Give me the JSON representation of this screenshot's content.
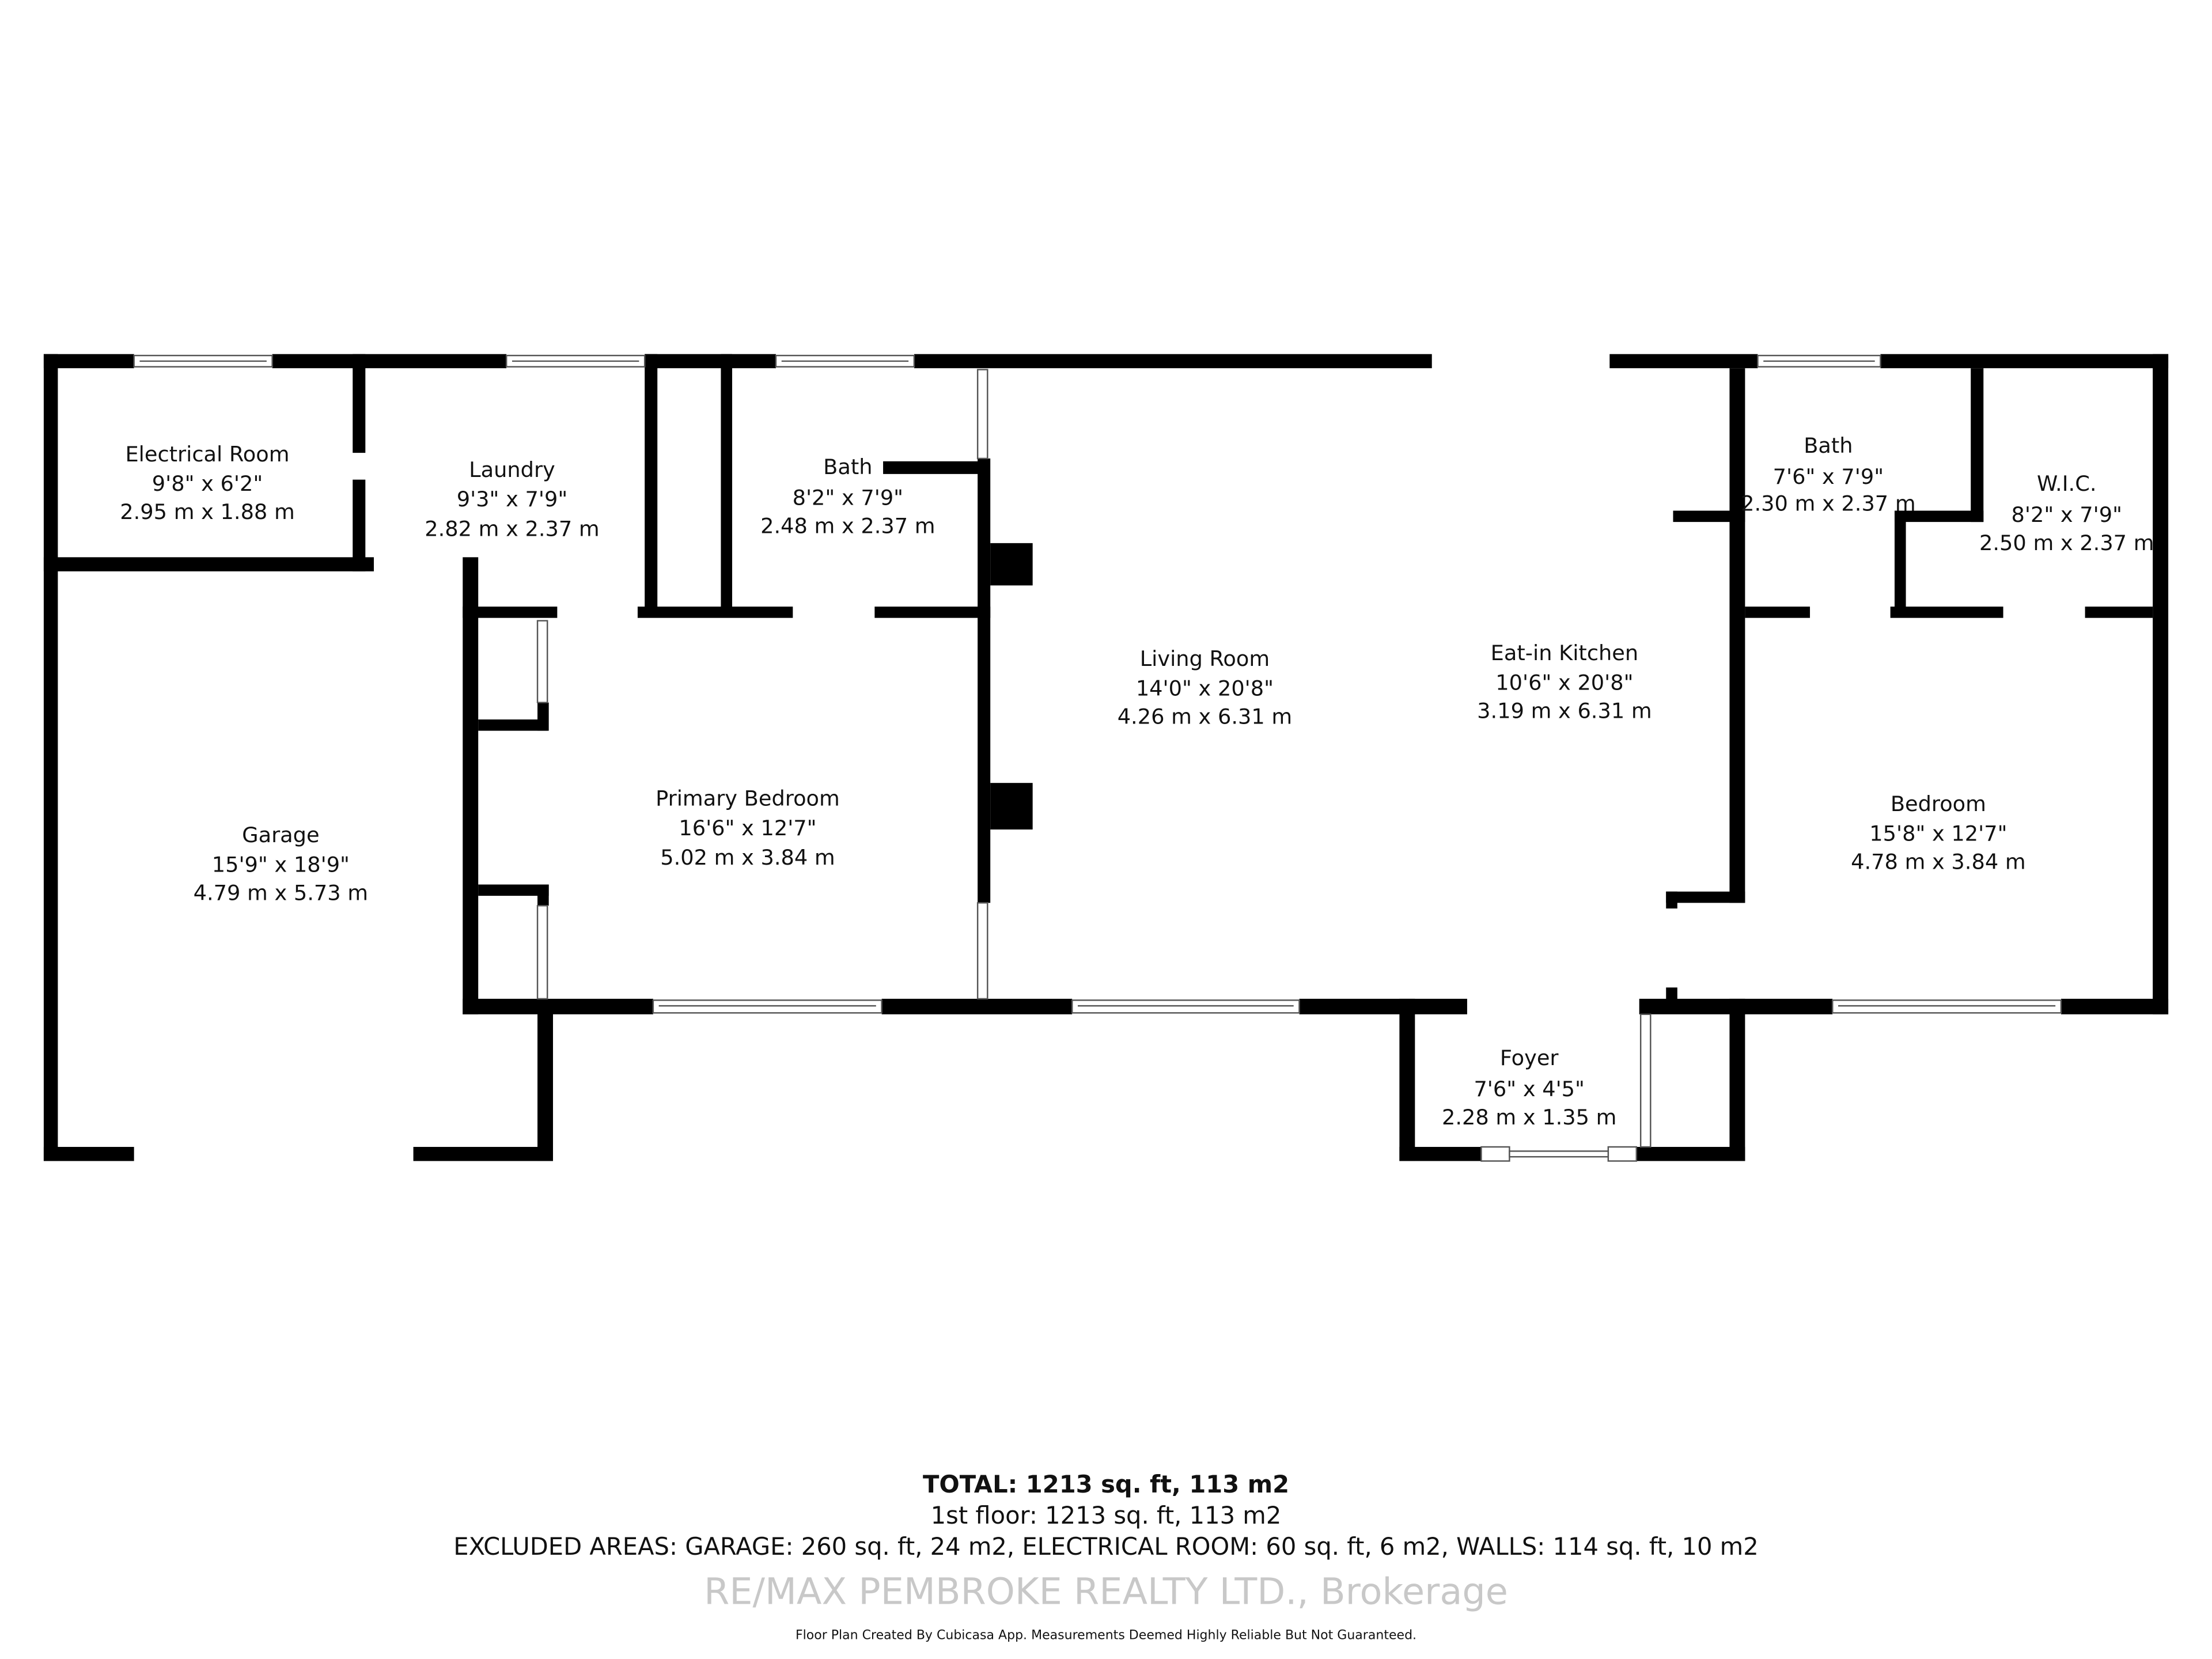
{
  "rooms": {
    "electrical": {
      "name": "Electrical Room",
      "imperial": "9'8\" x 6'2\"",
      "metric": "2.95 m x 1.88 m"
    },
    "laundry": {
      "name": "Laundry",
      "imperial": "9'3\" x 7'9\"",
      "metric": "2.82 m x 2.37 m"
    },
    "bath1": {
      "name": "Bath",
      "imperial": "8'2\" x 7'9\"",
      "metric": "2.48 m x 2.37 m"
    },
    "living": {
      "name": "Living Room",
      "imperial": "14'0\" x 20'8\"",
      "metric": "4.26 m x 6.31 m"
    },
    "kitchen": {
      "name": "Eat-in Kitchen",
      "imperial": "10'6\" x 20'8\"",
      "metric": "3.19 m x 6.31 m"
    },
    "bath2": {
      "name": "Bath",
      "imperial": "7'6\" x 7'9\"",
      "metric": "2.30 m x 2.37 m"
    },
    "wic": {
      "name": "W.I.C.",
      "imperial": "8'2\" x 7'9\"",
      "metric": "2.50 m x 2.37 m"
    },
    "garage": {
      "name": "Garage",
      "imperial": "15'9\" x 18'9\"",
      "metric": "4.79 m x 5.73 m"
    },
    "primary": {
      "name": "Primary Bedroom",
      "imperial": "16'6\" x 12'7\"",
      "metric": "5.02 m x 3.84 m"
    },
    "bedroom": {
      "name": "Bedroom",
      "imperial": "15'8\" x 12'7\"",
      "metric": "4.78 m x 3.84 m"
    },
    "foyer": {
      "name": "Foyer",
      "imperial": "7'6\" x 4'5\"",
      "metric": "2.28 m x 1.35 m"
    }
  },
  "summary": {
    "total": "TOTAL: 1213 sq. ft, 113 m2",
    "floor": "1st floor: 1213 sq. ft, 113 m2",
    "excluded": "EXCLUDED AREAS: GARAGE: 260 sq. ft, 24 m2, ELECTRICAL ROOM: 60 sq. ft, 6 m2, WALLS: 114 sq. ft, 10 m2"
  },
  "watermark": "RE/MAX PEMBROKE REALTY LTD., Brokerage",
  "disclaimer": "Floor Plan Created By Cubicasa App. Measurements Deemed Highly Reliable But Not Guaranteed.",
  "colors": {
    "walls": "#000000",
    "background": "#ffffff"
  }
}
